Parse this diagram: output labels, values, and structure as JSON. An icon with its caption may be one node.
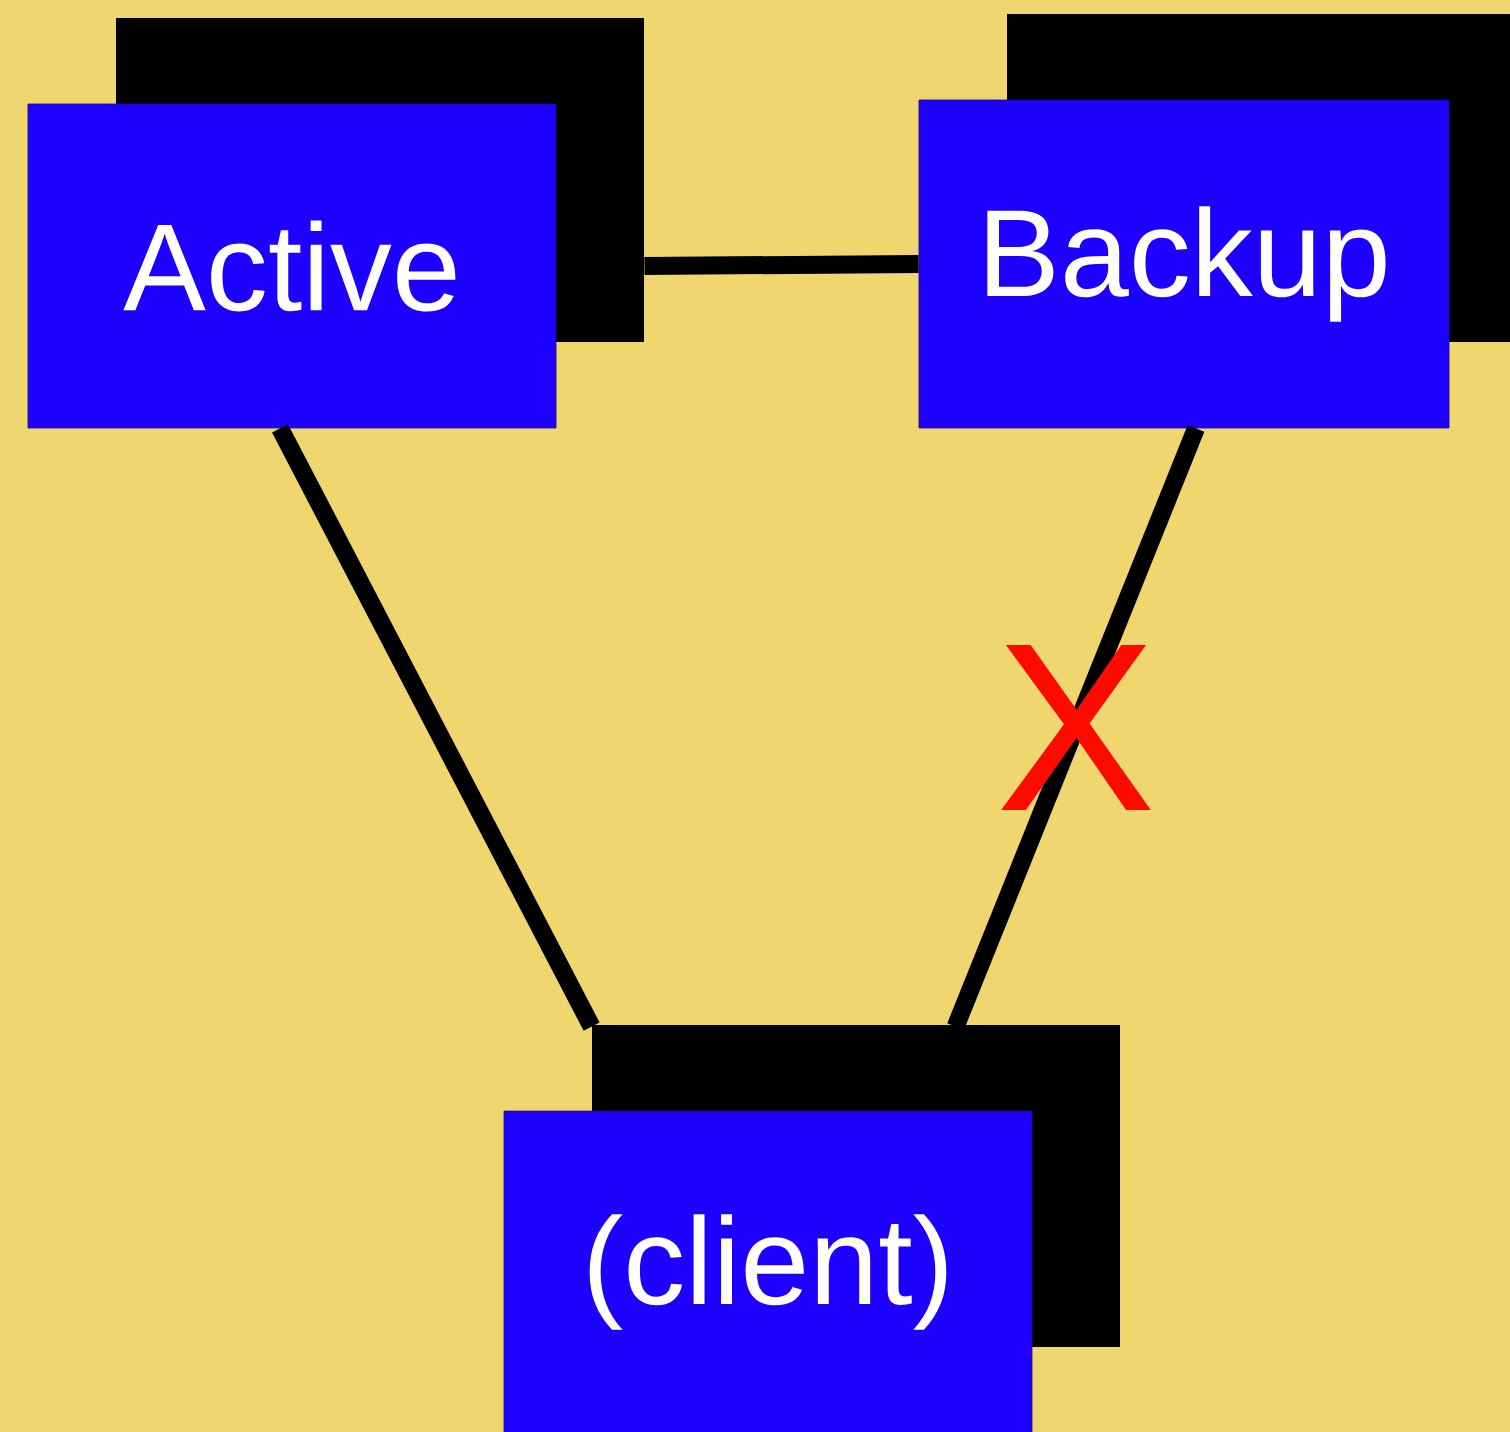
{
  "diagram": {
    "nodes": [
      {
        "text": [
          "Active"
        ]
      },
      {
        "text": [
          "Backup"
        ]
      },
      {
        "text": [
          "(client)"
        ]
      }
    ],
    "edges": [
      {
        "from": 0,
        "to": 1,
        "arrow": "none"
      },
      {
        "from": 0,
        "to": 2,
        "arrow": "none"
      },
      {
        "from": 1,
        "to": 2,
        "arrow": "none",
        "label": "X"
      }
    ]
  }
}
